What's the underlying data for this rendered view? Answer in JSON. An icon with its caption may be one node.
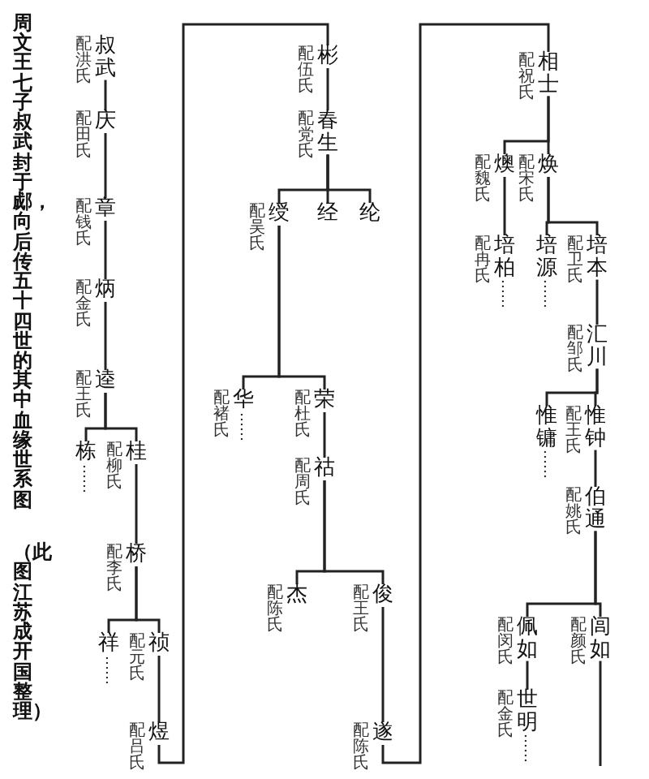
{
  "diagram": {
    "title": "周文王七子叔武封于郕，向后传五十四世的其中血缘世系图",
    "caption": "（此图江苏成开国整理）",
    "nodes": [
      {
        "text": [
          "叔武"
        ],
        "beside": [
          "配洪氏"
        ]
      },
      {
        "text": [
          "庆"
        ],
        "beside": [
          "配田氏"
        ]
      },
      {
        "text": [
          "章"
        ],
        "beside": [
          "配钱氏"
        ]
      },
      {
        "text": [
          "炳"
        ],
        "beside": [
          "配金氏"
        ]
      },
      {
        "text": [
          "逵"
        ],
        "beside": [
          "配王氏"
        ]
      },
      {
        "text": [
          "栋",
          "……"
        ]
      },
      {
        "text": [
          "桂"
        ],
        "beside": [
          "配柳氏"
        ]
      },
      {
        "text": [
          "桥"
        ],
        "beside": [
          "配李氏"
        ]
      },
      {
        "text": [
          "祥",
          "……"
        ]
      },
      {
        "text": [
          "祯"
        ],
        "beside": [
          "配元氏"
        ]
      },
      {
        "text": [
          "煜"
        ],
        "beside": [
          "配吕氏"
        ]
      },
      {
        "text": [
          "彬"
        ],
        "beside": [
          "配伍氏"
        ]
      },
      {
        "text": [
          "春生"
        ],
        "beside": [
          "配党氏"
        ]
      },
      {
        "text": [
          "绶"
        ],
        "beside": [
          "配吴氏"
        ]
      },
      {
        "text": [
          "经"
        ]
      },
      {
        "text": [
          "纶"
        ]
      },
      {
        "text": [
          "华",
          "……"
        ],
        "beside": [
          "配褚氏"
        ]
      },
      {
        "text": [
          "荣"
        ],
        "beside": [
          "配杜氏"
        ]
      },
      {
        "text": [
          "祜"
        ],
        "beside": [
          "配周氏"
        ]
      },
      {
        "text": [
          "杰"
        ],
        "beside": [
          "配陈氏"
        ]
      },
      {
        "text": [
          "俊"
        ],
        "beside": [
          "配王氏"
        ]
      },
      {
        "text": [
          "遂"
        ],
        "beside": [
          "配陈氏"
        ]
      },
      {
        "text": [
          "相士"
        ],
        "beside": [
          "配祝氏"
        ]
      },
      {
        "text": [
          "燠"
        ],
        "beside": [
          "配魏氏"
        ]
      },
      {
        "text": [
          "焕"
        ],
        "beside": [
          "配宋氏"
        ]
      },
      {
        "text": [
          "培柏",
          "……"
        ],
        "beside": [
          "配冉氏"
        ]
      },
      {
        "text": [
          "培源",
          "……"
        ]
      },
      {
        "text": [
          "培本"
        ],
        "beside": [
          "配卫氏"
        ]
      },
      {
        "text": [
          "汇川"
        ],
        "beside": [
          "配邹氏"
        ]
      },
      {
        "text": [
          "惟镛",
          "……"
        ]
      },
      {
        "text": [
          "惟钟"
        ],
        "beside": [
          "配王氏"
        ]
      },
      {
        "text": [
          "伯通"
        ],
        "beside": [
          "配姚氏"
        ]
      },
      {
        "text": [
          "佩如"
        ],
        "beside": [
          "配闵氏"
        ]
      },
      {
        "text": [
          "闾如"
        ],
        "beside": [
          "配颜氏"
        ]
      },
      {
        "text": [
          "世明",
          "……"
        ],
        "beside": [
          "配金氏"
        ]
      }
    ],
    "edges": [
      {
        "from": 0,
        "to": 1,
        "arrow": "none"
      },
      {
        "from": 1,
        "to": 2,
        "arrow": "none"
      },
      {
        "from": 2,
        "to": 3,
        "arrow": "none"
      },
      {
        "from": 3,
        "to": 4,
        "arrow": "none"
      },
      {
        "from": 4,
        "to": 5,
        "arrow": "none"
      },
      {
        "from": 4,
        "to": 6,
        "arrow": "none"
      },
      {
        "from": 6,
        "to": 7,
        "arrow": "none"
      },
      {
        "from": 7,
        "to": 8,
        "arrow": "none"
      },
      {
        "from": 7,
        "to": 9,
        "arrow": "none"
      },
      {
        "from": 9,
        "to": 10,
        "arrow": "none"
      },
      {
        "from": 10,
        "to": 11,
        "arrow": "none"
      },
      {
        "from": 11,
        "to": 12,
        "arrow": "none"
      },
      {
        "from": 12,
        "to": 13,
        "arrow": "none"
      },
      {
        "from": 12,
        "to": 14,
        "arrow": "none"
      },
      {
        "from": 12,
        "to": 15,
        "arrow": "none"
      },
      {
        "from": 13,
        "to": 16,
        "arrow": "none"
      },
      {
        "from": 13,
        "to": 17,
        "arrow": "none"
      },
      {
        "from": 17,
        "to": 18,
        "arrow": "none"
      },
      {
        "from": 18,
        "to": 19,
        "arrow": "none"
      },
      {
        "from": 18,
        "to": 20,
        "arrow": "none"
      },
      {
        "from": 20,
        "to": 21,
        "arrow": "none"
      },
      {
        "from": 21,
        "to": 22,
        "arrow": "none"
      },
      {
        "from": 22,
        "to": 23,
        "arrow": "none"
      },
      {
        "from": 22,
        "to": 24,
        "arrow": "none"
      },
      {
        "from": 23,
        "to": 25,
        "arrow": "none"
      },
      {
        "from": 24,
        "to": 26,
        "arrow": "none"
      },
      {
        "from": 24,
        "to": 27,
        "arrow": "none"
      },
      {
        "from": 27,
        "to": 28,
        "arrow": "none"
      },
      {
        "from": 28,
        "to": 29,
        "arrow": "none"
      },
      {
        "from": 28,
        "to": 30,
        "arrow": "none"
      },
      {
        "from": 30,
        "to": 31,
        "arrow": "none"
      },
      {
        "from": 31,
        "to": 32,
        "arrow": "none"
      },
      {
        "from": 31,
        "to": 33,
        "arrow": "none"
      },
      {
        "from": 32,
        "to": 34,
        "arrow": "none"
      },
      {
        "from": 33,
        "to": null,
        "arrow": "none"
      }
    ]
  }
}
